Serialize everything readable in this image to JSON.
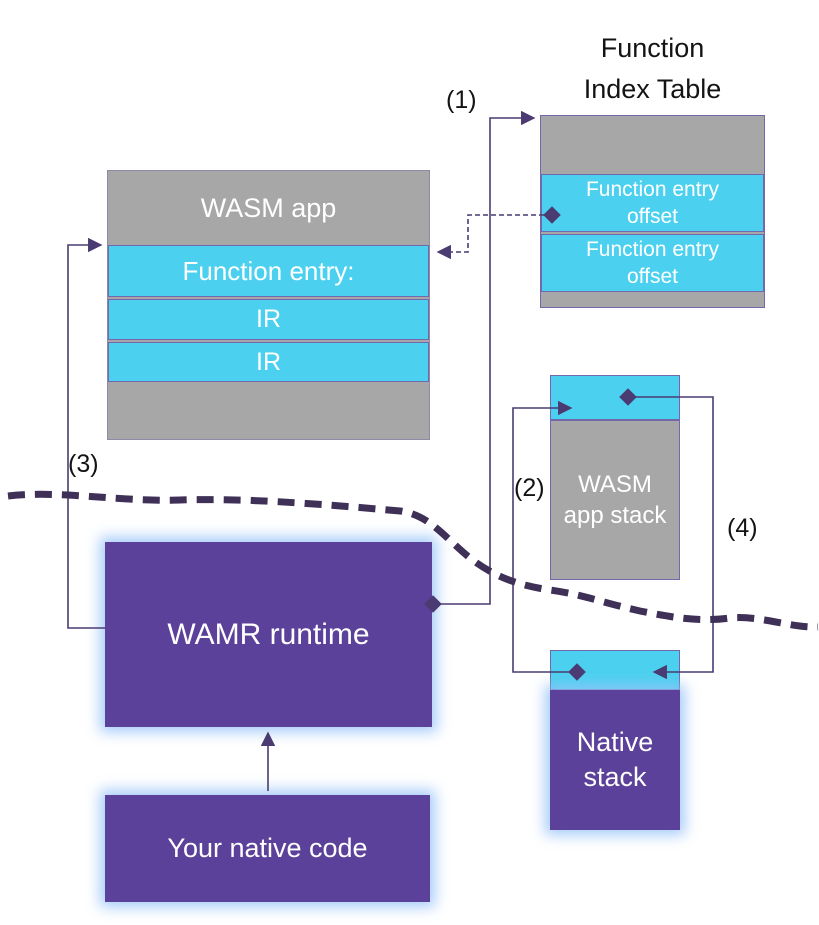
{
  "function_index_table": {
    "title_line1": "Function",
    "title_line2": "Index Table",
    "rows": [
      {
        "line1": "Function entry",
        "line2": "offset"
      },
      {
        "line1": "Function entry",
        "line2": "offset"
      }
    ]
  },
  "wasm_app": {
    "header": "WASM app",
    "function_entry": "Function entry:",
    "ir1": "IR",
    "ir2": "IR"
  },
  "wasm_app_stack": {
    "line1": "WASM",
    "line2": "app stack"
  },
  "native_stack": {
    "line1": "Native",
    "line2": "stack"
  },
  "wamr_runtime": {
    "label": "WAMR runtime"
  },
  "native_code": {
    "label": "Your native code"
  },
  "annotations": {
    "a1": "(1)",
    "a2": "(2)",
    "a3": "(3)",
    "a4": "(4)"
  },
  "colors": {
    "gray": "#a7a7a7",
    "cyan": "#4bd1ef",
    "purple": "#5b4199",
    "connector": "#4a3b72",
    "boundary_dash": "#3e3057",
    "glow": "#96c3f8"
  }
}
